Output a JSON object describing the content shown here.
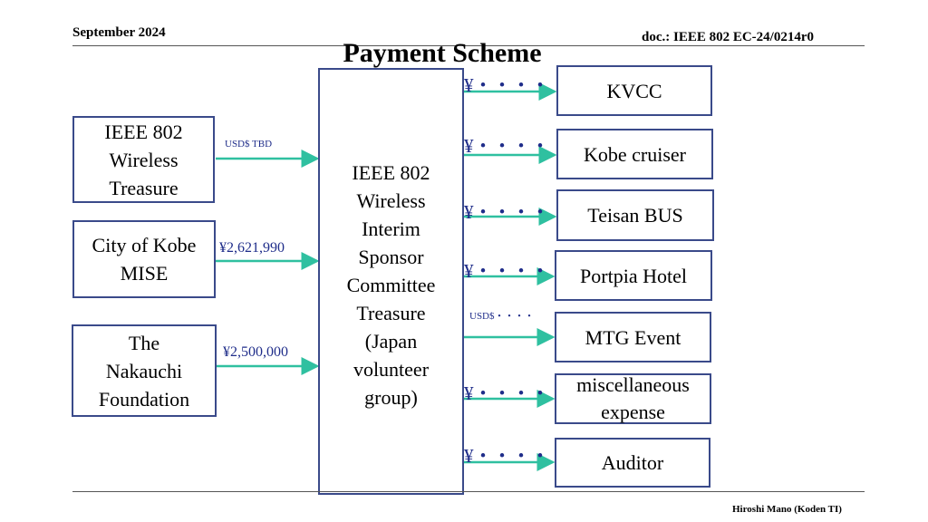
{
  "header": {
    "date": "September 2024",
    "doc": "doc.: IEEE 802 EC-24/0214r0"
  },
  "title": "Payment Scheme",
  "footer": {
    "author": "Hiroshi Mano (Koden TI)"
  },
  "sources": [
    {
      "label": "IEEE 802\nWireless\nTreasure",
      "amount": "USD$ TBD"
    },
    {
      "label": "City of Kobe\nMISE",
      "amount": "¥2,621,990"
    },
    {
      "label": "The\nNakauchi\nFoundation",
      "amount": "¥2,500,000"
    }
  ],
  "center": {
    "label": "IEEE 802\nWireless\nInterim\nSponsor\nCommittee\nTreasure\n(Japan\nvolunteer\ngroup)"
  },
  "payees": [
    {
      "label": "KVCC",
      "marker": "¥・・・・"
    },
    {
      "label": "Kobe cruiser",
      "marker": "¥・・・・"
    },
    {
      "label": "Teisan BUS",
      "marker": "¥・・・・"
    },
    {
      "label": "Portpia Hotel",
      "marker": "¥・・・・"
    },
    {
      "label": "MTG Event",
      "marker": "USD$・・・・"
    },
    {
      "label": "miscellaneous\nexpense",
      "marker": "¥・・・・"
    },
    {
      "label": "Auditor",
      "marker": "¥・・・・"
    }
  ],
  "colors": {
    "arrow": "#2fc0a0",
    "box_border": "#3a4a8a",
    "amount_text": "#1f2d8a"
  }
}
